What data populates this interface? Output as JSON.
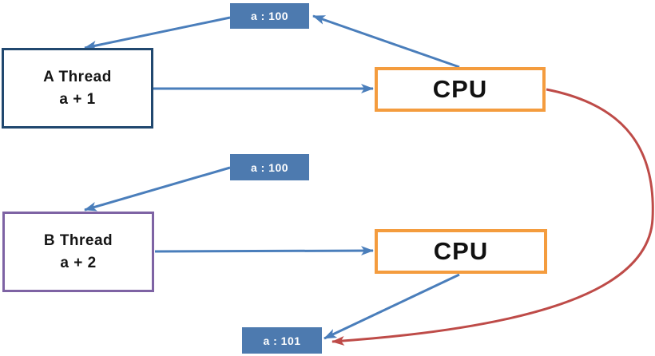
{
  "nodes": {
    "thread_a": {
      "name": "A Thread",
      "operation": "a + 1"
    },
    "thread_b": {
      "name": "B Thread",
      "operation": "a + 2"
    },
    "cpu_top": {
      "label": "CPU"
    },
    "cpu_bottom": {
      "label": "CPU"
    },
    "value_top": {
      "label": "a : 100"
    },
    "value_middle": {
      "label": "a : 100"
    },
    "value_bottom": {
      "label": "a : 101"
    }
  },
  "colors": {
    "thread_a_border": "#21486F",
    "thread_b_border": "#7E63A4",
    "cpu_border": "#F49C3E",
    "value_fill": "#4D7AAF",
    "value_text": "#FFFFFF",
    "arrow_blue": "#4A7EBB",
    "arrow_red": "#BE4B48",
    "background": "#FFFFFF"
  }
}
